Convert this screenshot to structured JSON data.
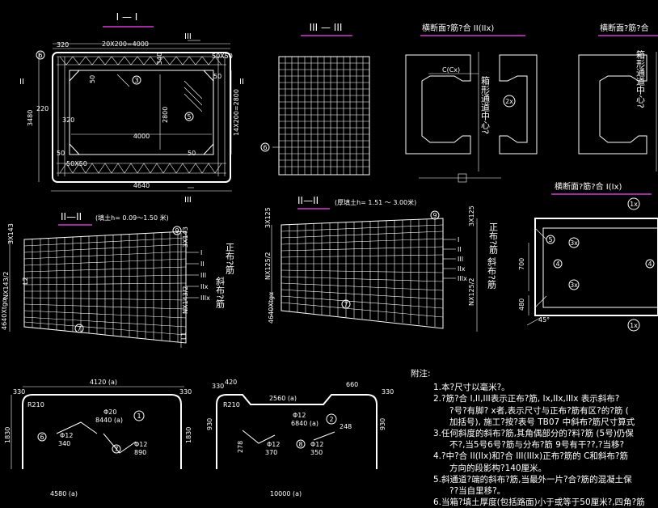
{
  "sections": {
    "s1_title": "I — I",
    "s3_title": "III — III",
    "s2a_title": "II—II",
    "s2a_note": "(填土h= 0.09～1.50 米)",
    "s2b_title": "II—II",
    "s2b_note": "(厚填土h= 1.51 ～ 3.00米)",
    "cross_a_title": "横断面?筋?合 II(IIx)",
    "cross_b_title": "横断面?筋?合",
    "cross_c_title": "横断面?筋?合 I(Ix)"
  },
  "dims": {
    "d320": "320",
    "d20x200": "20X200=4000",
    "d3480": "3480",
    "d220": "220",
    "d4000": "4000",
    "d2800": "2800",
    "d14x200": "14X200=2800",
    "d4640": "4640",
    "d50": "50",
    "d340": "340",
    "d50x50": "50X50",
    "d3x143": "3X143",
    "d3x125": "3X125",
    "dnx143": "NX143/2",
    "dnx125": "NX125/2",
    "d4640w": "4640Xtgα",
    "dl1": "L1",
    "dl2": "L2",
    "dcx": "C(Cx)",
    "d700": "700",
    "d480": "480",
    "d45": "45°",
    "d330": "330",
    "d420": "420",
    "d660": "660",
    "d4120": "4120 (a)",
    "d2560": "2560 (a)",
    "dr210": "R210",
    "dr210b": "R210",
    "d1830": "1830",
    "d930": "930",
    "d930b": "930",
    "d8440": "8440 (a)",
    "d6840": "6840 (a)",
    "d4580": "4580 (a)",
    "d10000": "10000 (a)",
    "d278": "278",
    "d248": "248",
    "d_phi20": "Φ20",
    "d_phi12a": "Φ12",
    "d_phi12b": "Φ12",
    "d_phi12c": "Φ12",
    "d_phi12d": "Φ12",
    "d340b": "340",
    "d890": "890",
    "d370": "370",
    "d350": "350"
  },
  "labels": {
    "roman1": "I",
    "roman2": "II",
    "roman3": "III",
    "roman2x": "IIx",
    "roman3x": "IIIx",
    "side_a": "斜布?筋",
    "side_b": "正布?筋",
    "box_v": "箱形通道中心?",
    "m1": "1",
    "m2": "2",
    "m3": "3",
    "m4": "4",
    "m5": "5",
    "m6": "6",
    "m7": "7",
    "m8": "8",
    "m9": "9",
    "m1x": "1x",
    "m2x": "2x",
    "m3x": "3x"
  },
  "notes": {
    "title": "附注:",
    "lines": [
      "1.本?尺寸以毫米?。",
      "2.?筋?合 I,II,III表示正布?筋, Ix,IIx,IIIx 表示斜布?",
      "?号?有脚?  x者,表示尺寸与正布?筋有区?的?筋 (",
      "加括号), 施工?按?表号 TB07 中斜布?筋尺寸算式",
      "3.任何斜度的斜布?筋,其角偶部分的?料?筋 (5号)仍保",
      "不?,当5号6号?筋与分布?筋 9号有干??,?当移?",
      "4.?中?合 II(IIx)和?合 III(IIIx)正布?筋的 C和斜布?筋",
      "方向的段影构?140厘米。",
      "5.斜通道?端的斜布?筋,当最外一片?合?筋的混凝土保",
      "??当自里移?。",
      "6.当箱?填土厚度(包括路面)小于或等于50厘米?,四角?筋"
    ]
  }
}
